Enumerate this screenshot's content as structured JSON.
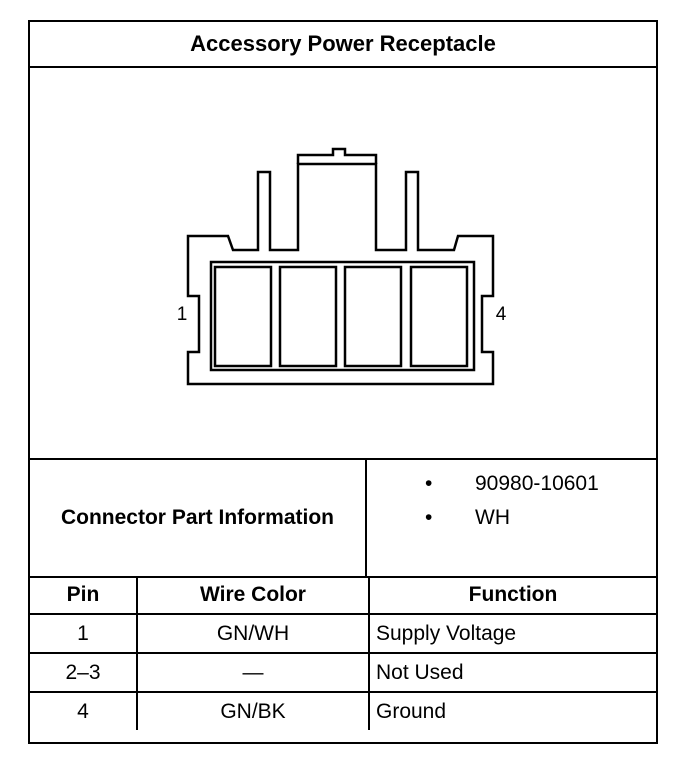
{
  "title": "Accessory Power Receptacle",
  "diagram": {
    "pin_left_label": "1",
    "pin_right_label": "4"
  },
  "connector_info": {
    "label": "Connector Part Information",
    "items": [
      "90980-10601",
      "WH"
    ],
    "bullet": "•"
  },
  "table": {
    "headers": {
      "pin": "Pin",
      "wire_color": "Wire Color",
      "function": "Function"
    },
    "rows": [
      {
        "pin": "1",
        "wire_color": "GN/WH",
        "function": "Supply Voltage"
      },
      {
        "pin": "2–3",
        "wire_color": "—",
        "function": "Not Used"
      },
      {
        "pin": "4",
        "wire_color": "GN/BK",
        "function": "Ground"
      }
    ]
  }
}
